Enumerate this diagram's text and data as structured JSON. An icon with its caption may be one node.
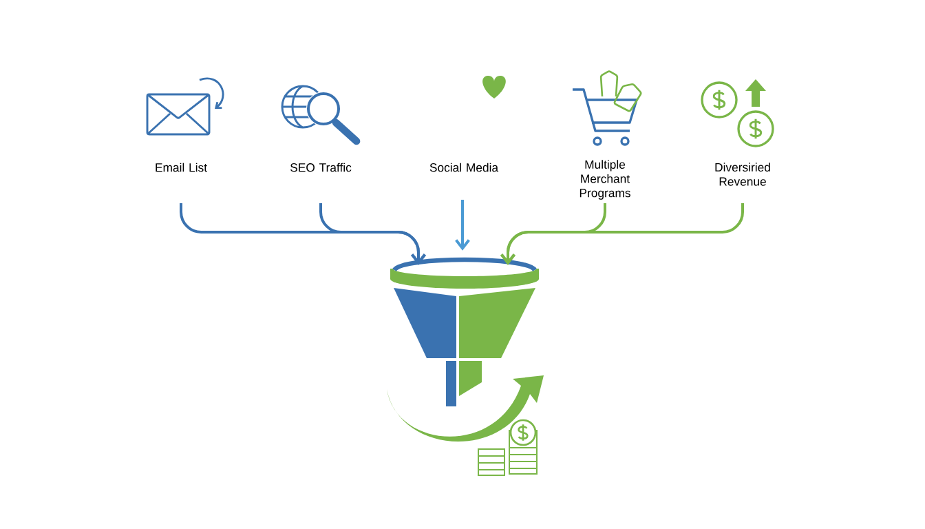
{
  "diagram": {
    "nodes": [
      {
        "text": [
          "Email List"
        ]
      },
      {
        "text": [
          "SEO Traffic"
        ]
      },
      {
        "text": [
          "Social Media"
        ]
      },
      {
        "text": [
          "Multiple Merchant Programs"
        ]
      },
      {
        "text": [
          "Diversiried Revenue"
        ]
      },
      {
        "text": [],
        "shape": "funnel"
      }
    ],
    "edges": [
      {
        "from": 0,
        "to": 5,
        "arrow": "to",
        "color": "#3a72b0"
      },
      {
        "from": 1,
        "to": 5,
        "arrow": "to",
        "color": "#3a72b0"
      },
      {
        "from": 2,
        "to": 5,
        "arrow": "to",
        "color": "#4a9ad4"
      },
      {
        "from": 3,
        "to": 5,
        "arrow": "to",
        "color": "#7ab648"
      },
      {
        "from": 4,
        "to": 5,
        "arrow": "to",
        "color": "#7ab648"
      }
    ]
  }
}
